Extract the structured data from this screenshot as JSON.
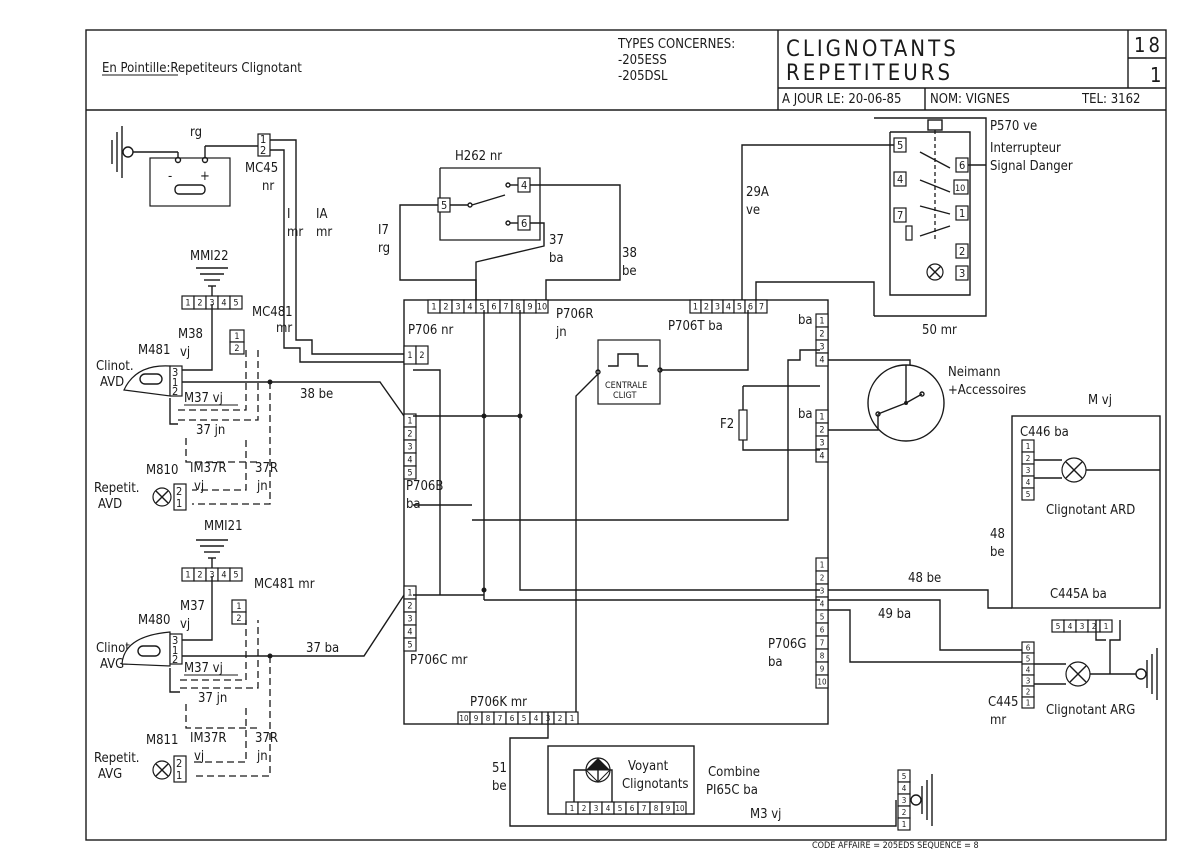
{
  "title_block": {
    "note": "En Pointille:Repetiteurs Clignotant",
    "types_heading": "TYPES CONCERNES:",
    "types": [
      "-205ESS",
      "-205DSL"
    ],
    "title_line1": "CLIGNOTANTS",
    "title_line2": "REPETITEURS",
    "sheet_top": "18",
    "sheet_bottom": "1",
    "date_label": "A JOUR LE: 20-06-85",
    "name_label": "NOM: VIGNES",
    "tel_label": "TEL: 3162"
  },
  "footer": "CODE AFFAIRE = 205EDS SEQUENCE = 8",
  "components": {
    "battery": {
      "label": "rg"
    },
    "mc45": {
      "code": "MC45",
      "color": "nr",
      "pins": "12"
    },
    "h262": {
      "code": "H262 nr",
      "pins": [
        "5",
        "4",
        "6"
      ]
    },
    "p570": {
      "code": "P570 ve",
      "desc1": "Interrupteur",
      "desc2": "Signal Danger",
      "pins": [
        "5",
        "6",
        "4",
        "10",
        "1",
        "7",
        "2",
        "3"
      ]
    },
    "mmi22": {
      "code": "MMI22"
    },
    "mmi21": {
      "code": "MMI21"
    },
    "mc481_front": {
      "code": "MC481",
      "color": "mr"
    },
    "mc481_rear": {
      "code": "MC481 mr"
    },
    "m481": {
      "code": "M481"
    },
    "m480": {
      "code": "M480"
    },
    "m810": {
      "code": "M810"
    },
    "m811": {
      "code": "M811"
    },
    "clinot_avd": {
      "line1": "Clinot.",
      "line2": "AVD"
    },
    "clinot_avg": {
      "line1": "Clinot.",
      "line2": "AVG"
    },
    "repetit_avd": {
      "line1": "Repetit.",
      "line2": "AVD"
    },
    "repetit_avg": {
      "line1": "Repetit.",
      "line2": "AVG"
    },
    "p706": {
      "code": "P706 nr"
    },
    "p706r": {
      "code": "P706R",
      "color": "jn"
    },
    "p706t": {
      "code": "P706T ba"
    },
    "p706b": {
      "code": "P706B",
      "color": "ba"
    },
    "p706c": {
      "code": "P706C mr"
    },
    "p706g": {
      "code": "P706G",
      "color": "ba"
    },
    "p706k": {
      "code": "P706K mr"
    },
    "centrale": {
      "line1": "CENTRALE",
      "line2": "CLIGT"
    },
    "f2": {
      "code": "F2"
    },
    "neimann": {
      "line1": "Neimann",
      "line2": "+Accessoires"
    },
    "c446": {
      "code": "C446 ba",
      "lamp": "Clignotant ARD"
    },
    "c445a": {
      "code": "C445A ba"
    },
    "c445": {
      "code": "C445",
      "color": "mr",
      "lamp": "Clignotant ARG"
    },
    "m_vj": {
      "code": "M vj"
    },
    "m3": {
      "code": "M3 vj"
    },
    "combine": {
      "line1": "Combine",
      "line2": "PI65C ba",
      "voyant1": "Voyant",
      "voyant2": "Clignotants"
    }
  },
  "wires": {
    "w1": "I",
    "w1c": "mr",
    "w1a": "IA",
    "w1ac": "mr",
    "w17": "I7",
    "w17c": "rg",
    "w37": "37",
    "w37c": "ba",
    "w38": "38",
    "w38c": "be",
    "w29a": "29A",
    "w29ac": "ve",
    "w50": "50 mr",
    "w38be": "38 be",
    "w37ba": "37 ba",
    "m38": "M38",
    "m38c": "vj",
    "m37": "M37",
    "m37c": "vj",
    "m37vj": "M37 vj",
    "w37jn": "37 jn",
    "im37r": "IM37R",
    "im37rc": "vj",
    "w37r": "37R",
    "w37rc": "jn",
    "w48be": "48 be",
    "w48": "48",
    "w48c": "be",
    "w49ba": "49 ba",
    "w51": "51",
    "w51c": "be",
    "ba_a": "ba",
    "ba_b": "ba"
  },
  "pin_strips": {
    "p706_top": [
      "1",
      "2",
      "3",
      "4",
      "5",
      "6",
      "7",
      "8",
      "9",
      "10"
    ],
    "p706t_top": [
      "1",
      "2",
      "3",
      "4",
      "5",
      "6",
      "7"
    ],
    "p706k": [
      "10",
      "9",
      "8",
      "7",
      "6",
      "5",
      "4",
      "3",
      "2",
      "1"
    ],
    "combine": [
      "1",
      "2",
      "3",
      "4",
      "5",
      "6",
      "7",
      "8",
      "9",
      "10"
    ],
    "mmi": [
      "1",
      "2",
      "3",
      "4",
      "5"
    ],
    "c445a": [
      "5",
      "4",
      "3",
      "2",
      "1"
    ],
    "c445": [
      "6",
      "5",
      "4",
      "3",
      "2",
      "1"
    ],
    "c446": [
      "1",
      "2",
      "3",
      "4",
      "5"
    ],
    "p706b": [
      "1",
      "2",
      "3",
      "4",
      "5"
    ],
    "p706c": [
      "1",
      "2",
      "3",
      "4",
      "5"
    ],
    "p706g": [
      "1",
      "2",
      "3",
      "4",
      "5",
      "6",
      "7",
      "8",
      "9",
      "10"
    ],
    "right_a": [
      "1",
      "2",
      "3",
      "4"
    ],
    "right_b": [
      "1",
      "2",
      "3",
      "4"
    ],
    "p706_left": [
      "1",
      "2"
    ],
    "mc481": [
      "1",
      "2"
    ],
    "ground": [
      "5",
      "4",
      "3",
      "2",
      "1"
    ]
  }
}
